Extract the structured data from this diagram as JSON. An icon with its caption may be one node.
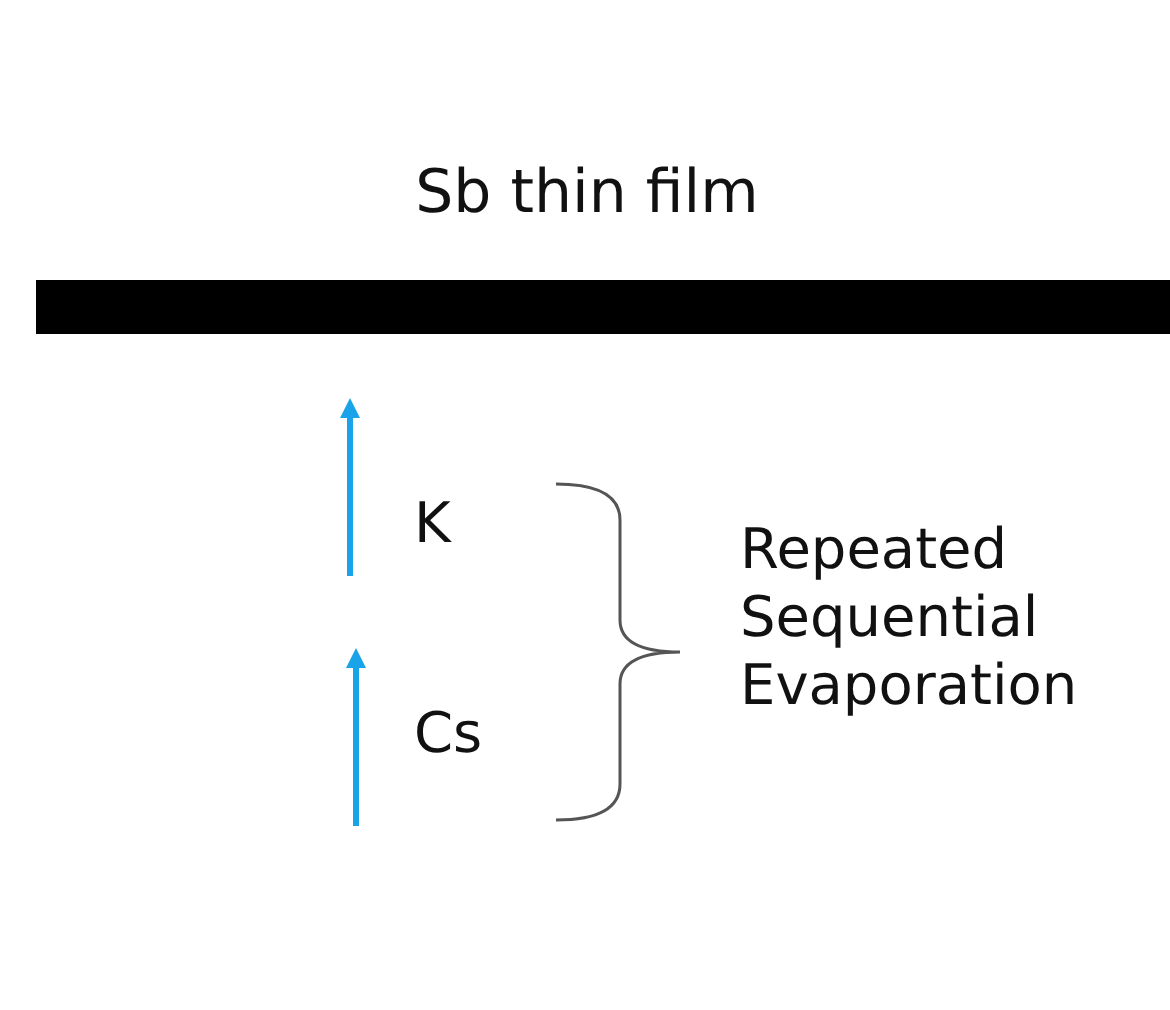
{
  "diagram": {
    "nodes": [
      {
        "text": [
          "Sb thin film"
        ]
      }
    ],
    "labels": [
      "K",
      "Cs",
      "Repeated Sequential Evaporation"
    ]
  }
}
